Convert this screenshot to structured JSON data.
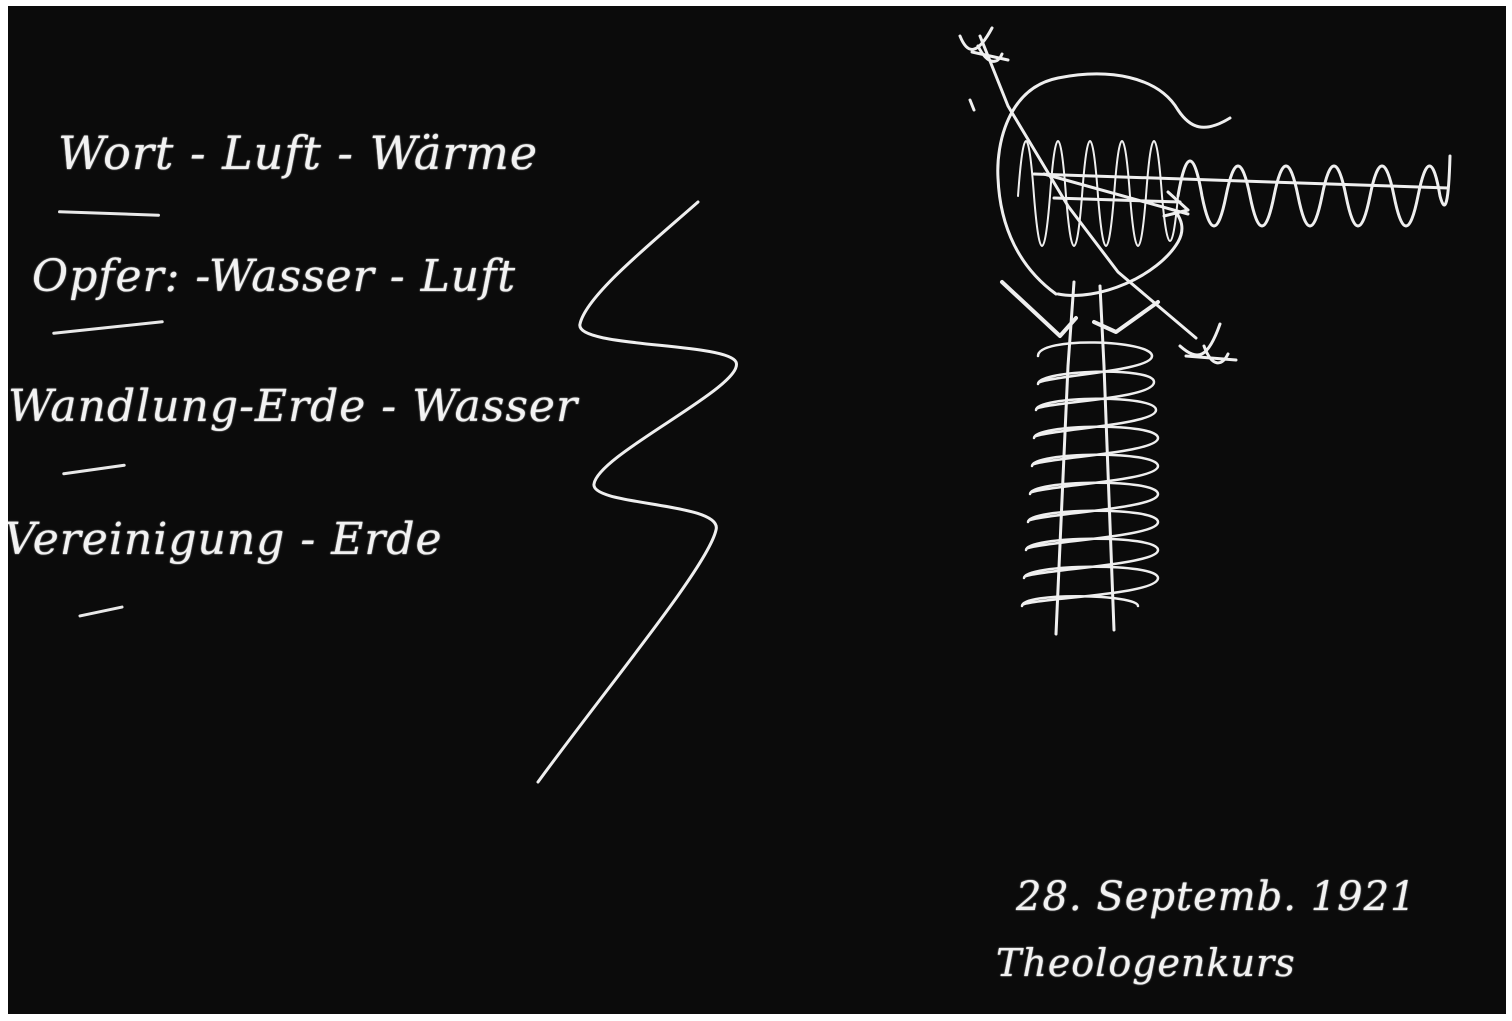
{
  "board": {
    "lines": [
      {
        "word": "Wort",
        "rest": " - Luft - Wärme"
      },
      {
        "word": "Opfer",
        "rest": ": -Wasser - Luft"
      },
      {
        "word": "Wandlung",
        "rest": "-Erde - Wasser"
      },
      {
        "word": "Vereinigung",
        "rest": " - Erde"
      }
    ],
    "symbol_label_1": "♃",
    "symbol_label_2": "♃",
    "date": "28. Septemb. 1921",
    "course": "Theologenkurs"
  },
  "colors": {
    "board": "#0b0b0b",
    "chalk": "#efefef",
    "frame": "#ffffff"
  }
}
